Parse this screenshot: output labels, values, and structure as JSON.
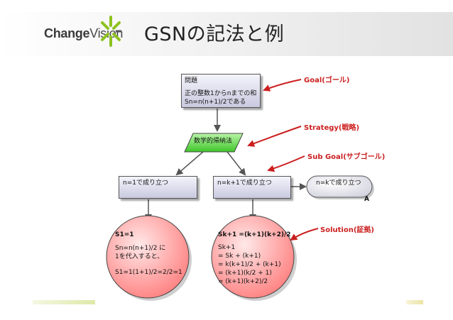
{
  "slide": {
    "title": "GSNの記法と例",
    "logo_brand": "Change",
    "logo_brand2": "Vision",
    "logo_icon": "changevision-star-icon"
  },
  "nodes": {
    "goal_top": {
      "title": "問題",
      "line1": "正の整数1からnまでの和",
      "line2": "Sn=n(n+1)/2である"
    },
    "strategy": {
      "text": "数学的帰納法"
    },
    "goal_left": {
      "text": "n=1で成り立つ"
    },
    "goal_mid": {
      "text": "n=k+1で成り立つ"
    },
    "goal_away": {
      "text": "n=kで成り立つ",
      "module": "A"
    },
    "solution_left": {
      "heading": "S1=1",
      "lines": [
        "Sn=n(n+1)/2 に",
        "1を代入すると、",
        "",
        "S1=1(1+1)/2=2/2=1"
      ]
    },
    "solution_right": {
      "heading": "Sk+1 =(k+1)(k+2)/2",
      "lines": [
        "Sk+1",
        "= Sk + (k+1)",
        "= k(k+1)/2 + (k+1)",
        "= (k+1)(k/2 + 1)",
        "= (k+1)(k+2)/2"
      ]
    }
  },
  "annotations": {
    "goal": "Goal(ゴール)",
    "strategy": "Strategy(戦略)",
    "subgoal": "Sub Goal(サブゴール)",
    "solution": "Solution(証拠)"
  },
  "colors": {
    "box_fill_top": "#f4f4fb",
    "box_fill_bottom": "#c9c9e0",
    "strategy_green": "#4fd23a",
    "solution_red": "#ff8f8f",
    "annotation_red": "#cc1f1f",
    "connector_gray": "#555555"
  }
}
